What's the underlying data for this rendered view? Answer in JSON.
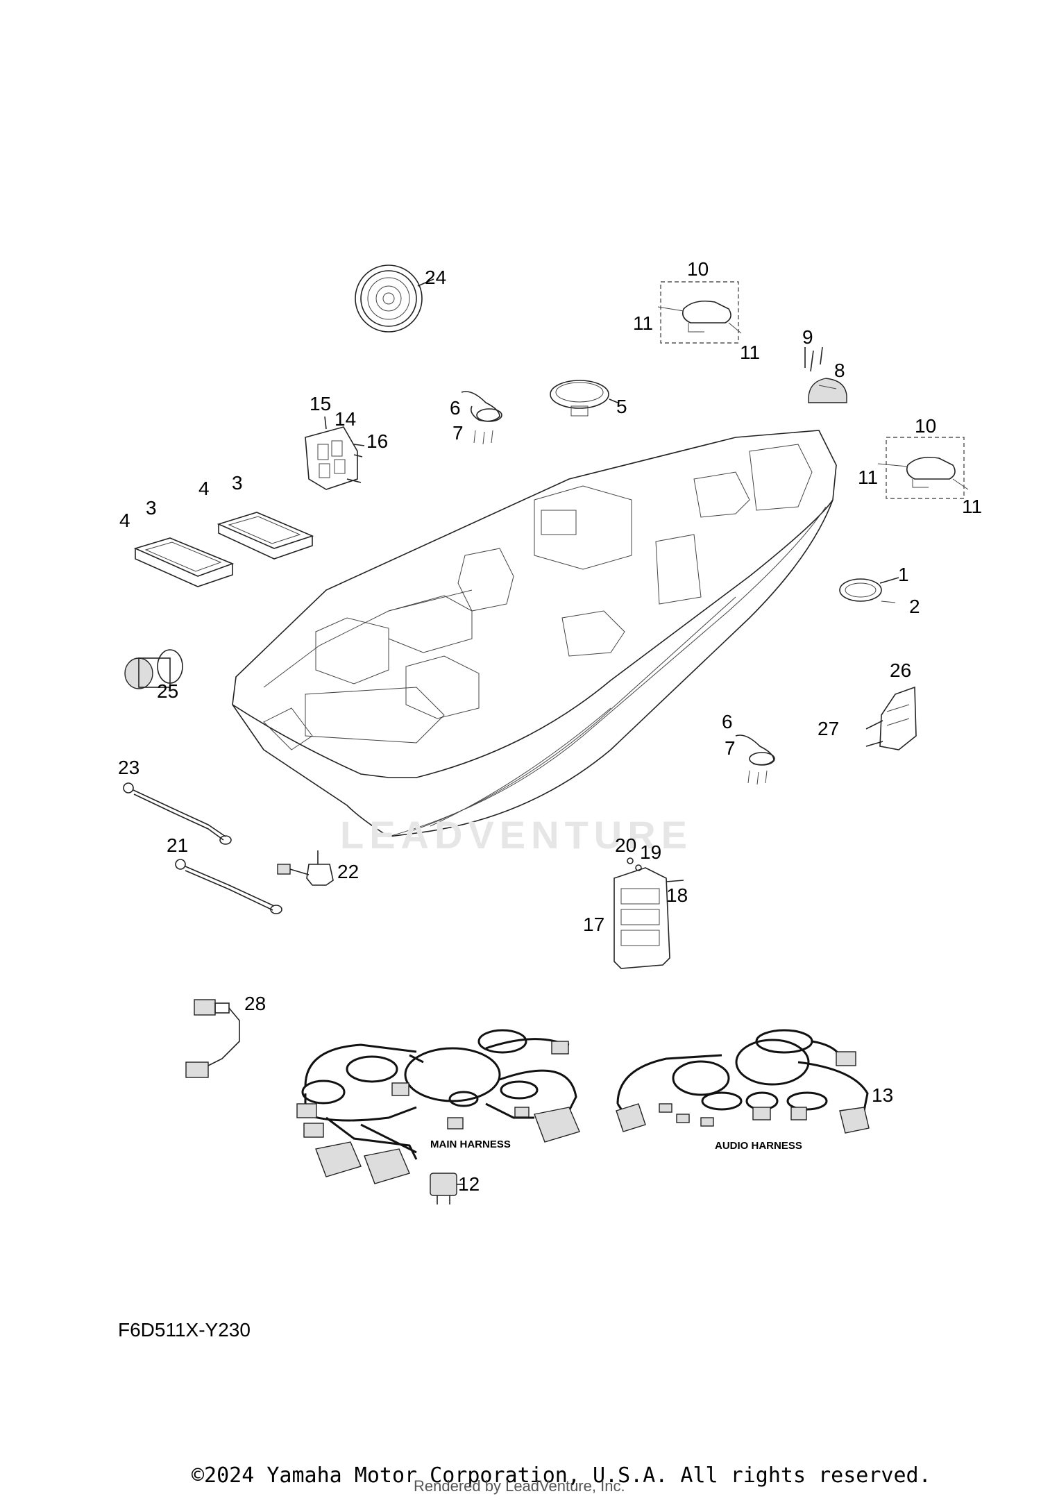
{
  "diagram": {
    "code": "F6D511X-Y230",
    "watermark": "LEADVENTURE",
    "copyright": "©2024 Yamaha Motor Corporation, U.S.A. All rights reserved.",
    "rendered_by": "Rendered by LeadVenture, Inc."
  },
  "harness_labels": {
    "main": "MAIN HARNESS",
    "audio": "AUDIO HARNESS"
  },
  "callouts": [
    {
      "id": "c24",
      "text": "24"
    },
    {
      "id": "c10a",
      "text": "10"
    },
    {
      "id": "c11a",
      "text": "11"
    },
    {
      "id": "c11b",
      "text": "11"
    },
    {
      "id": "c9",
      "text": "9"
    },
    {
      "id": "c8",
      "text": "8"
    },
    {
      "id": "c15",
      "text": "15"
    },
    {
      "id": "c14",
      "text": "14"
    },
    {
      "id": "c16",
      "text": "16"
    },
    {
      "id": "c6a",
      "text": "6"
    },
    {
      "id": "c7a",
      "text": "7"
    },
    {
      "id": "c5",
      "text": "5"
    },
    {
      "id": "c10b",
      "text": "10"
    },
    {
      "id": "c11c",
      "text": "11"
    },
    {
      "id": "c11d",
      "text": "11"
    },
    {
      "id": "c3a",
      "text": "3"
    },
    {
      "id": "c4a",
      "text": "4"
    },
    {
      "id": "c3b",
      "text": "3"
    },
    {
      "id": "c4b",
      "text": "4"
    },
    {
      "id": "c1",
      "text": "1"
    },
    {
      "id": "c2",
      "text": "2"
    },
    {
      "id": "c25",
      "text": "25"
    },
    {
      "id": "c26",
      "text": "26"
    },
    {
      "id": "c27",
      "text": "27"
    },
    {
      "id": "c6b",
      "text": "6"
    },
    {
      "id": "c7b",
      "text": "7"
    },
    {
      "id": "c23",
      "text": "23"
    },
    {
      "id": "c21",
      "text": "21"
    },
    {
      "id": "c22",
      "text": "22"
    },
    {
      "id": "c20",
      "text": "20"
    },
    {
      "id": "c19",
      "text": "19"
    },
    {
      "id": "c18",
      "text": "18"
    },
    {
      "id": "c17",
      "text": "17"
    },
    {
      "id": "c28",
      "text": "28"
    },
    {
      "id": "c13",
      "text": "13"
    },
    {
      "id": "c12",
      "text": "12"
    }
  ]
}
